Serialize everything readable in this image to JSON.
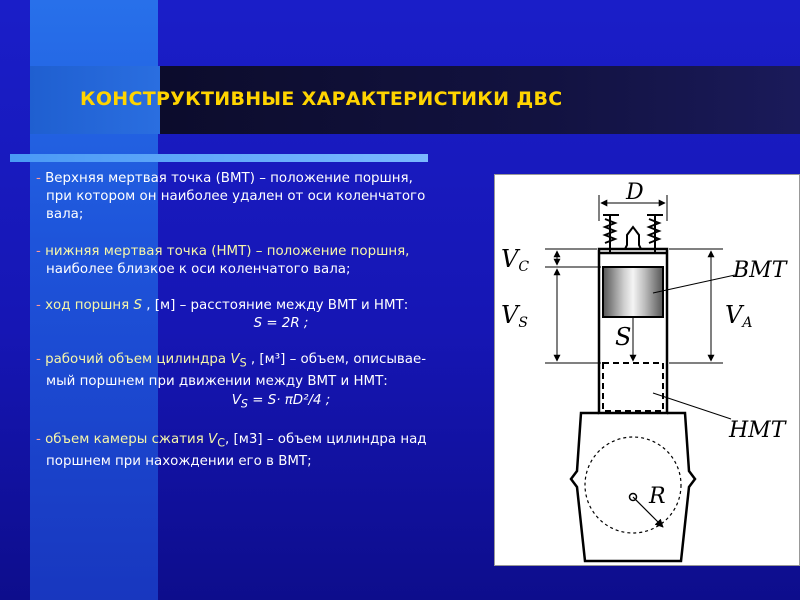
{
  "slide": {
    "title": "КОНСТРУКТИВНЫЕ ХАРАКТЕРИСТИКИ ДВС"
  },
  "definitions": [
    {
      "line1": "Верхняя мертвая точка (ВМТ) – положение поршня,",
      "line2": "при котором он наиболее удален от оси коленчатого",
      "line3": "вала;"
    },
    {
      "line1": "нижняя мертвая точка (НМТ) – положение поршня,",
      "line2": "наиболее близкое к оси коленчатого вала;"
    },
    {
      "prefix": "ход поршня ",
      "sym": "S",
      "suffix": " , [м] – расстояние между ВМТ и НМТ:",
      "formula": "S = 2R ;"
    },
    {
      "prefix": "рабочий объем цилиндра ",
      "sym": "V",
      "sub": "S",
      "suffix": " , [м³] – объем, описывае-",
      "line2": "мый поршнем при движении между ВМТ и НМТ:",
      "formula_a": "V",
      "formula_sub": "S",
      "formula_b": " = S· πD²/4 ;"
    },
    {
      "prefix": "объем камеры сжатия ",
      "sym": "V",
      "sub": "C",
      "suffix": ", [м3] – объем цилиндра над",
      "line2": "поршнем при нахождении его в ВМТ;"
    }
  ],
  "figure": {
    "label_D": "D",
    "label_VC": "V",
    "label_VC_sub": "C",
    "label_VS": "V",
    "label_VS_sub": "S",
    "label_VA": "V",
    "label_VA_sub": "A",
    "label_S": "S",
    "label_BMT": "ВМТ",
    "label_HMT": "НМТ",
    "label_R": "R"
  }
}
